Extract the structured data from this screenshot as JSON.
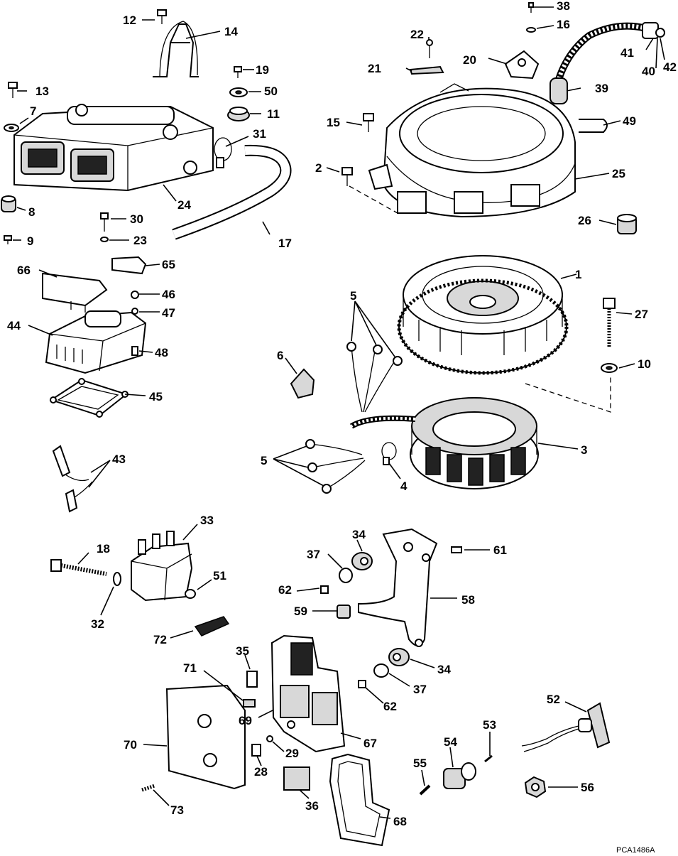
{
  "drawing_ref": "PCA1486A",
  "callouts": [
    {
      "id": "c1",
      "text": "1"
    },
    {
      "id": "c2",
      "text": "2"
    },
    {
      "id": "c3",
      "text": "3"
    },
    {
      "id": "c4",
      "text": "4"
    },
    {
      "id": "c5a",
      "text": "5"
    },
    {
      "id": "c5b",
      "text": "5"
    },
    {
      "id": "c6",
      "text": "6"
    },
    {
      "id": "c7",
      "text": "7"
    },
    {
      "id": "c8",
      "text": "8"
    },
    {
      "id": "c9",
      "text": "9"
    },
    {
      "id": "c10",
      "text": "10"
    },
    {
      "id": "c11",
      "text": "11"
    },
    {
      "id": "c12",
      "text": "12"
    },
    {
      "id": "c13",
      "text": "13"
    },
    {
      "id": "c14",
      "text": "14"
    },
    {
      "id": "c15",
      "text": "15"
    },
    {
      "id": "c16",
      "text": "16"
    },
    {
      "id": "c17",
      "text": "17"
    },
    {
      "id": "c18",
      "text": "18"
    },
    {
      "id": "c19",
      "text": "19"
    },
    {
      "id": "c20",
      "text": "20"
    },
    {
      "id": "c21",
      "text": "21"
    },
    {
      "id": "c22",
      "text": "22"
    },
    {
      "id": "c23",
      "text": "23"
    },
    {
      "id": "c24",
      "text": "24"
    },
    {
      "id": "c25",
      "text": "25"
    },
    {
      "id": "c26",
      "text": "26"
    },
    {
      "id": "c27",
      "text": "27"
    },
    {
      "id": "c28",
      "text": "28"
    },
    {
      "id": "c29",
      "text": "29"
    },
    {
      "id": "c30",
      "text": "30"
    },
    {
      "id": "c31",
      "text": "31"
    },
    {
      "id": "c32",
      "text": "32"
    },
    {
      "id": "c33",
      "text": "33"
    },
    {
      "id": "c34a",
      "text": "34"
    },
    {
      "id": "c34b",
      "text": "34"
    },
    {
      "id": "c35",
      "text": "35"
    },
    {
      "id": "c36",
      "text": "36"
    },
    {
      "id": "c37a",
      "text": "37"
    },
    {
      "id": "c37b",
      "text": "37"
    },
    {
      "id": "c38",
      "text": "38"
    },
    {
      "id": "c39",
      "text": "39"
    },
    {
      "id": "c40",
      "text": "40"
    },
    {
      "id": "c41",
      "text": "41"
    },
    {
      "id": "c42",
      "text": "42"
    },
    {
      "id": "c43",
      "text": "43"
    },
    {
      "id": "c44",
      "text": "44"
    },
    {
      "id": "c45",
      "text": "45"
    },
    {
      "id": "c46",
      "text": "46"
    },
    {
      "id": "c47",
      "text": "47"
    },
    {
      "id": "c48",
      "text": "48"
    },
    {
      "id": "c49",
      "text": "49"
    },
    {
      "id": "c50",
      "text": "50"
    },
    {
      "id": "c51",
      "text": "51"
    },
    {
      "id": "c52",
      "text": "52"
    },
    {
      "id": "c53",
      "text": "53"
    },
    {
      "id": "c54",
      "text": "54"
    },
    {
      "id": "c55",
      "text": "55"
    },
    {
      "id": "c56",
      "text": "56"
    },
    {
      "id": "c58",
      "text": "58"
    },
    {
      "id": "c59",
      "text": "59"
    },
    {
      "id": "c61",
      "text": "61"
    },
    {
      "id": "c62a",
      "text": "62"
    },
    {
      "id": "c62b",
      "text": "62"
    },
    {
      "id": "c65",
      "text": "65"
    },
    {
      "id": "c66",
      "text": "66"
    },
    {
      "id": "c67",
      "text": "67"
    },
    {
      "id": "c68",
      "text": "68"
    },
    {
      "id": "c69",
      "text": "69"
    },
    {
      "id": "c70",
      "text": "70"
    },
    {
      "id": "c71",
      "text": "71"
    },
    {
      "id": "c72",
      "text": "72"
    },
    {
      "id": "c73",
      "text": "73"
    }
  ]
}
